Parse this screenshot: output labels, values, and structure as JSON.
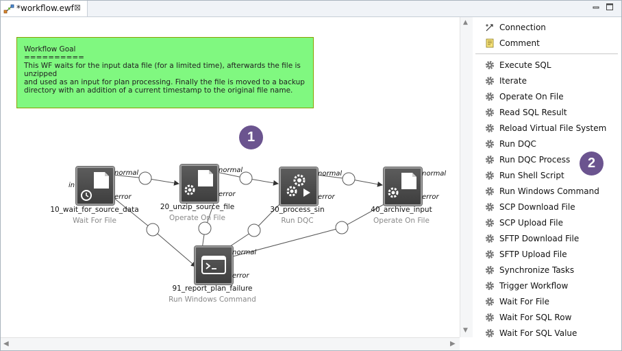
{
  "tab": {
    "title": "*workflow.ewf",
    "close_glyph": "⊠"
  },
  "window_buttons": {
    "minimize": "minimize-icon",
    "maximize": "maximize-icon"
  },
  "note": {
    "text": "Workflow Goal\n==========\nThis WF waits for the input data file (for a limited time), afterwards the file is unzipped\nand used as an input for plan processing. Finally the file is moved to a backup\ndirectory with an addition of a current timestamp to the original file name."
  },
  "markers": [
    "1",
    "2"
  ],
  "nodes": [
    {
      "name": "10_wait_for_source_data",
      "type": "Wait For File",
      "icon": "clock-file-icon"
    },
    {
      "name": "20_unzip_source_file",
      "type": "Operate On File",
      "icon": "gear-file-icon"
    },
    {
      "name": "30_process_sin",
      "type": "Run DQC",
      "icon": "gears-play-icon"
    },
    {
      "name": "40_archive_input",
      "type": "Operate On File",
      "icon": "gear-file-icon"
    },
    {
      "name": "91_report_plan_failure",
      "type": "Run Windows Command",
      "icon": "terminal-icon"
    }
  ],
  "port_labels": {
    "in": "in",
    "normal": "normal",
    "error": "error"
  },
  "palette": {
    "top_items": [
      {
        "label": "Connection",
        "icon": "connection-icon"
      },
      {
        "label": "Comment",
        "icon": "comment-icon"
      }
    ],
    "task_items": [
      {
        "label": "Execute SQL",
        "icon": "gear-icon"
      },
      {
        "label": "Iterate",
        "icon": "gear-icon"
      },
      {
        "label": "Operate On File",
        "icon": "gear-icon"
      },
      {
        "label": "Read SQL Result",
        "icon": "gear-icon"
      },
      {
        "label": "Reload Virtual File System",
        "icon": "gear-icon"
      },
      {
        "label": "Run DQC",
        "icon": "gear-icon"
      },
      {
        "label": "Run DQC Process",
        "icon": "gear-icon"
      },
      {
        "label": "Run Shell Script",
        "icon": "gear-icon"
      },
      {
        "label": "Run Windows Command",
        "icon": "gear-icon"
      },
      {
        "label": "SCP Download File",
        "icon": "gear-icon"
      },
      {
        "label": "SCP Upload File",
        "icon": "gear-icon"
      },
      {
        "label": "SFTP Download File",
        "icon": "gear-icon"
      },
      {
        "label": "SFTP Upload File",
        "icon": "gear-icon"
      },
      {
        "label": "Synchronize Tasks",
        "icon": "gear-icon"
      },
      {
        "label": "Trigger Workflow",
        "icon": "gear-icon"
      },
      {
        "label": "Wait For File",
        "icon": "gear-icon"
      },
      {
        "label": "Wait For SQL Row",
        "icon": "gear-icon"
      },
      {
        "label": "Wait For SQL Value",
        "icon": "gear-icon"
      }
    ]
  },
  "colors": {
    "note_bg": "#80f880",
    "marker_bg": "#6b548f",
    "node_bg": "#4a4a4a"
  }
}
